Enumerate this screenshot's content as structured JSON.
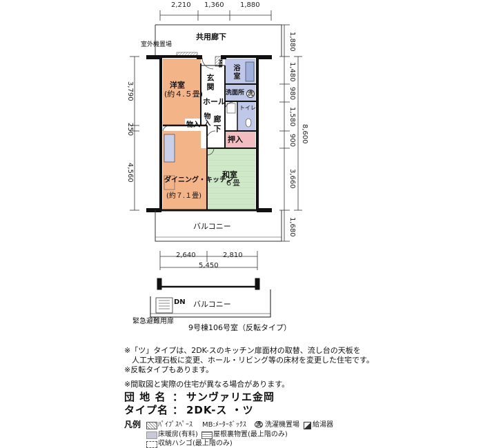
{
  "dims_top": [
    "2,210",
    "1,360",
    "1,880"
  ],
  "dims_right": [
    "1,880",
    "1,480",
    "980",
    "1,580",
    "900",
    "3,660",
    "1,680"
  ],
  "dims_right_total": "8,600",
  "dims_left": [
    "3,790",
    "250",
    "4,560"
  ],
  "dims_bottom": [
    "2,640",
    "2,810"
  ],
  "dims_bottom_total": "5,450",
  "labels": {
    "corridor": "共用廊下",
    "outdoor_unit": "室外機置場",
    "mb": "MB",
    "entrance": "玄関",
    "bath": "浴室",
    "washroom": "洗面所",
    "washer_mark": "洗",
    "toilet": "トイレ",
    "western_room": "洋室",
    "western_room_size": "(約４.５畳)",
    "hall": "ホール",
    "hallway": "廊下",
    "storage_a": "物入",
    "storage_b": "物入",
    "closet": "押入",
    "japanese_room": "和室",
    "japanese_room_size": "６畳",
    "dining_kitchen": "ダイニング・キッチン",
    "dining_kitchen_size": "(約７.１畳)",
    "balcony": "バルコニー",
    "balcony_lower": "バルコニー",
    "dn": "DN",
    "escape_hatch": "緊急避難用扉",
    "caption": "9号棟106号室（反転タイプ）"
  },
  "notes": [
    "※「ツ」タイプは、2DK-スのキッチン扉面材の取替、流し台の天板を",
    "　人工大理石板に変更、ホール・リビング等の床材を変更した住宅です。",
    "※反転タイプもあります。",
    "※間取図と実際の住宅が異なる場合があります。"
  ],
  "info": {
    "complex_label": "団 地 名",
    "complex_name": "サンヴァリエ金岡",
    "type_label": "タイプ名",
    "type_name": "2DK-ス ・ツ",
    "sep": "："
  },
  "legend": {
    "title": "凡例",
    "pipe_space": "ﾊﾟｲﾌﾟｽﾍﾟｰｽ",
    "meter_box": "MB:ﾒｰﾀｰﾎﾞｯｸｽ",
    "washer_space": "洗濯機置場",
    "water_heater": "給湯器",
    "floor_heating": "床暖房(有料)",
    "attic_storage": "屋根裏物置(最上階のみ)",
    "storage_ladder": "収納ハシゴ(最上階のみ)"
  },
  "colors": {
    "western_room": "#f3b488",
    "dining_kitchen": "#f3b488",
    "wet_area": "#bfc8e8",
    "closet": "#f3bcc0",
    "japanese_room": "#cfe8c8",
    "hall": "#ffffff",
    "wall": "#111111"
  }
}
